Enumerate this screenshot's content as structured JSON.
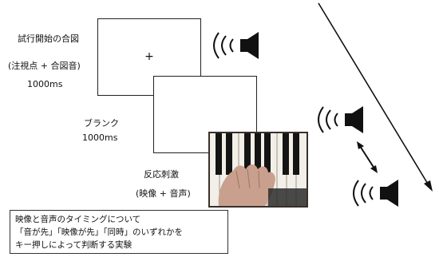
{
  "stages": [
    {
      "title": "試行開始の合図",
      "detail": "(注視点 + 合図音)",
      "duration": "1000ms"
    },
    {
      "title": "ブランク",
      "duration": "1000ms"
    },
    {
      "title": "反応刺激",
      "detail": "(映像 + 音声)"
    }
  ],
  "fixation_symbol": "+",
  "caption_lines": [
    "映像と音声のタイミングについて",
    "「音が先」「映像が先」「同時」のいずれかを",
    "キー押しによって判断する実験"
  ],
  "icons": [
    "speaker-icon",
    "piano-video-frame",
    "double-arrow-icon",
    "time-arrow"
  ]
}
